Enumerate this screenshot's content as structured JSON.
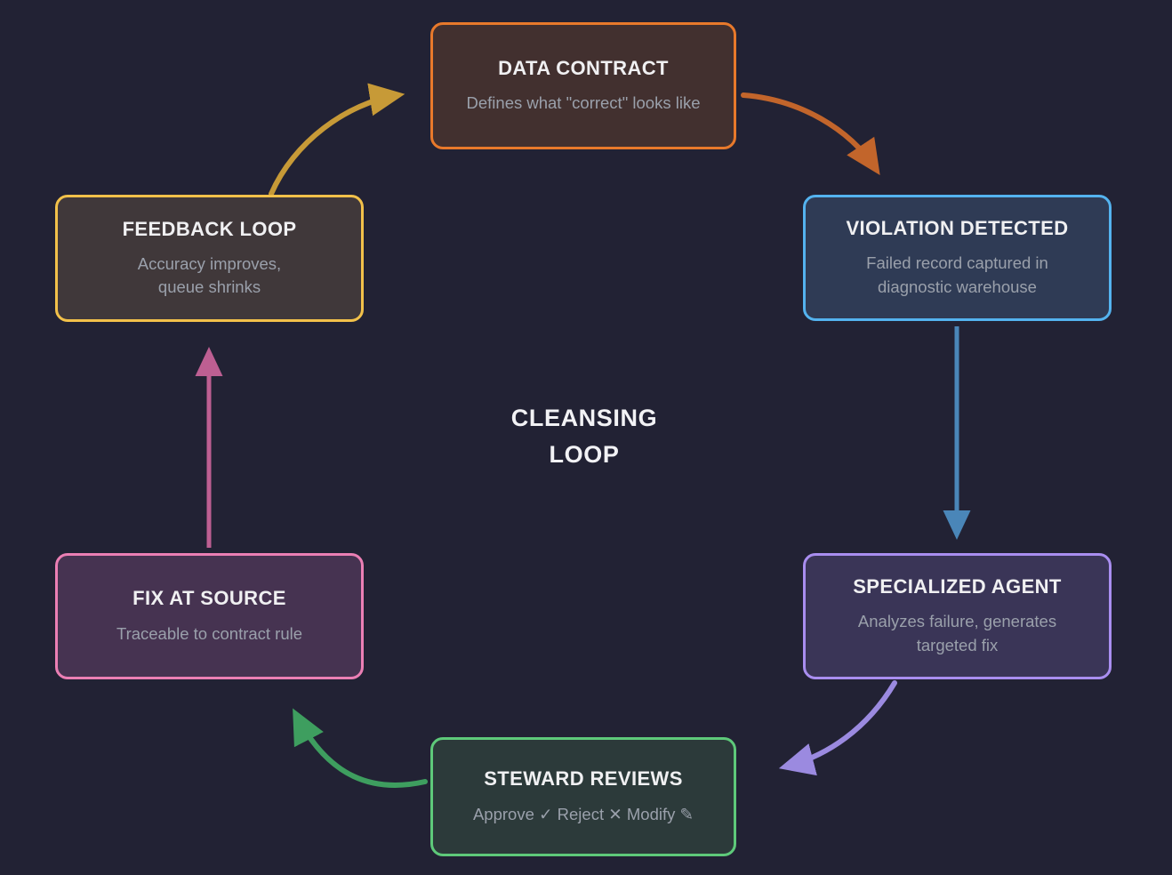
{
  "diagram": {
    "center_label": "CLEANSING\nLOOP",
    "background_color": "#222234",
    "nodes": [
      {
        "id": "data-contract",
        "title": "DATA CONTRACT",
        "desc": "Defines what \"correct\" looks like",
        "border_color": "#e8792b",
        "fill_color": "#42302f"
      },
      {
        "id": "violation-detected",
        "title": "VIOLATION DETECTED",
        "desc": "Failed record captured in\ndiagnostic warehouse",
        "border_color": "#54b3ef",
        "fill_color": "#2f3b55"
      },
      {
        "id": "specialized-agent",
        "title": "SPECIALIZED AGENT",
        "desc": "Analyzes failure, generates\ntargeted fix",
        "border_color": "#a98ef0",
        "fill_color": "#3a3557"
      },
      {
        "id": "steward-reviews",
        "title": "STEWARD REVIEWS",
        "desc": "Approve ✓ Reject ✕ Modify ✎",
        "border_color": "#5ec97a",
        "fill_color": "#2c3a3a"
      },
      {
        "id": "fix-at-source",
        "title": "FIX AT SOURCE",
        "desc": "Traceable to contract rule",
        "border_color": "#eb7fb4",
        "fill_color": "#463351"
      },
      {
        "id": "feedback-loop",
        "title": "FEEDBACK LOOP",
        "desc": "Accuracy improves,\nqueue shrinks",
        "border_color": "#f2c14a",
        "fill_color": "#40383a"
      }
    ],
    "edges": [
      {
        "id": "feedback-to-contract",
        "from": "feedback-loop",
        "to": "data-contract",
        "color": "#c79a37"
      },
      {
        "id": "contract-to-violation",
        "from": "data-contract",
        "to": "violation-detected",
        "color": "#c2652b"
      },
      {
        "id": "violation-to-agent",
        "from": "violation-detected",
        "to": "specialized-agent",
        "color": "#4a86b8"
      },
      {
        "id": "agent-to-steward",
        "from": "specialized-agent",
        "to": "steward-reviews",
        "color": "#9b8ae0"
      },
      {
        "id": "steward-to-fix",
        "from": "steward-reviews",
        "to": "fix-at-source",
        "color": "#3e9e5f"
      },
      {
        "id": "fix-to-feedback",
        "from": "fix-at-source",
        "to": "feedback-loop",
        "color": "#bd5f92"
      }
    ]
  }
}
